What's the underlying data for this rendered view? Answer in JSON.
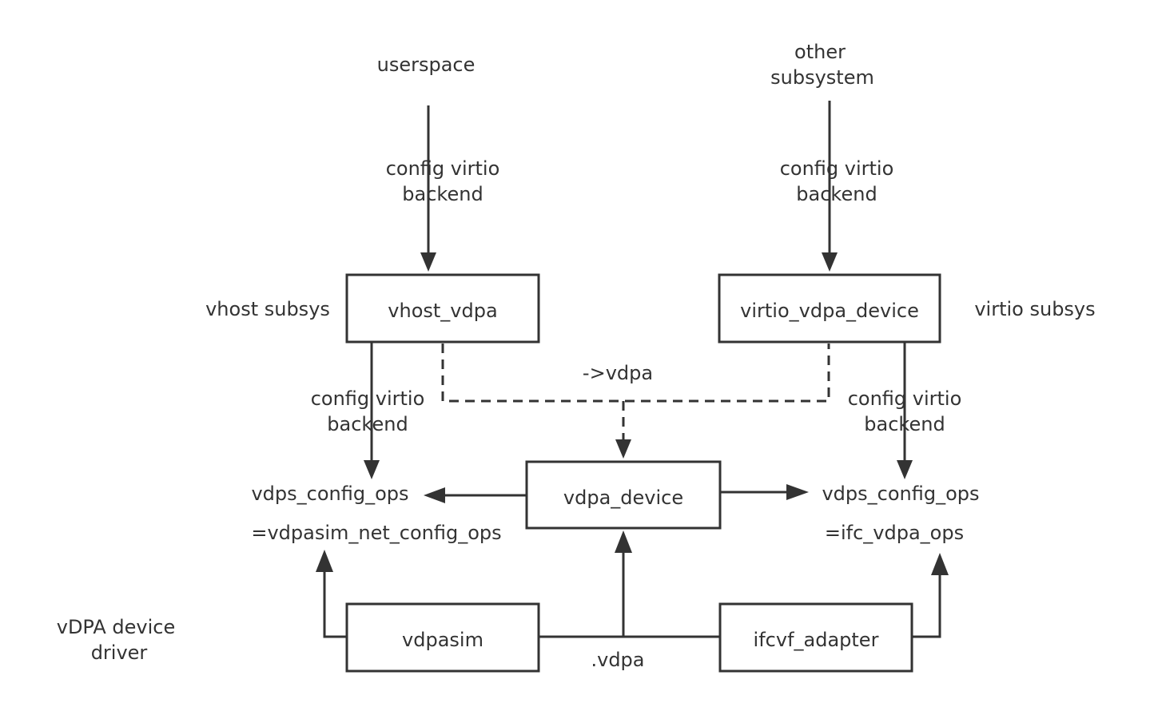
{
  "labels": {
    "userspace": "userspace",
    "other_subsystem_1": "other",
    "other_subsystem_2": "subsystem",
    "config_left_1": "config virtio",
    "config_left_2": "backend",
    "config_right_1": "config virtio",
    "config_right_2": "backend",
    "vhost_subsys": "vhost subsys",
    "virtio_subsys": "virtio subsys",
    "arrow_vdpa": "->vdpa",
    "config_mid_left_1": "config virtio",
    "config_mid_left_2": "backend",
    "config_mid_right_1": "config virtio",
    "config_mid_right_2": "backend",
    "ops_left_1": "vdps_config_ops",
    "ops_left_2": "=vdpasim_net_config_ops",
    "ops_right_1": "vdps_config_ops",
    "ops_right_2": "=ifc_vdpa_ops",
    "vdpa_driver_1": "vDPA device",
    "vdpa_driver_2": "driver",
    "dot_vdpa": ".vdpa"
  },
  "boxes": {
    "vhost_vdpa": "vhost_vdpa",
    "virtio_vdpa_device": "virtio_vdpa_device",
    "vdpa_device": "vdpa_device",
    "vdpasim": "vdpasim",
    "ifcvf_adapter": "ifcvf_adapter"
  },
  "colors": {
    "stroke": "#333333",
    "text": "#333333",
    "background": "#ffffff"
  }
}
